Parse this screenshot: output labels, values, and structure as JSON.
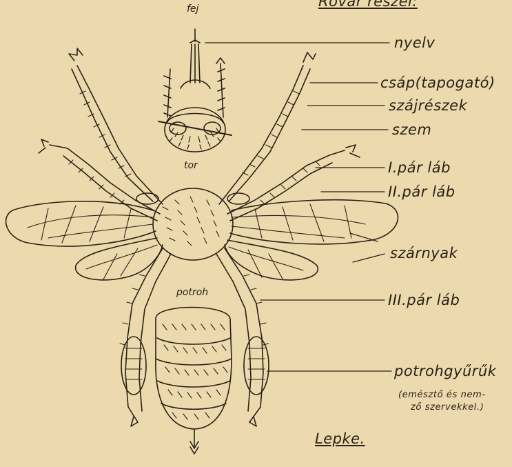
{
  "diagram": {
    "top_title": "Rovar részei:",
    "caption": "Lepke.",
    "body_labels": {
      "head": "fej",
      "thorax": "tor",
      "abdomen": "potroh"
    },
    "callouts": {
      "tongue": "nyelv",
      "antenna": "csáp(tapogató)",
      "mouthparts": "szájrészek",
      "eye": "szem",
      "leg_pair_1": "I.pár láb",
      "leg_pair_2": "II.pár láb",
      "wings": "szárnyak",
      "leg_pair_3": "III.pár láb",
      "abdomen_rings": "potrohgyűrűk",
      "abdomen_rings_note_1": "(emésztő és nem-",
      "abdomen_rings_note_2": "ző szervekkel.)"
    },
    "colors": {
      "paper": "#ecd9ad",
      "ink": "#2a2116"
    }
  }
}
